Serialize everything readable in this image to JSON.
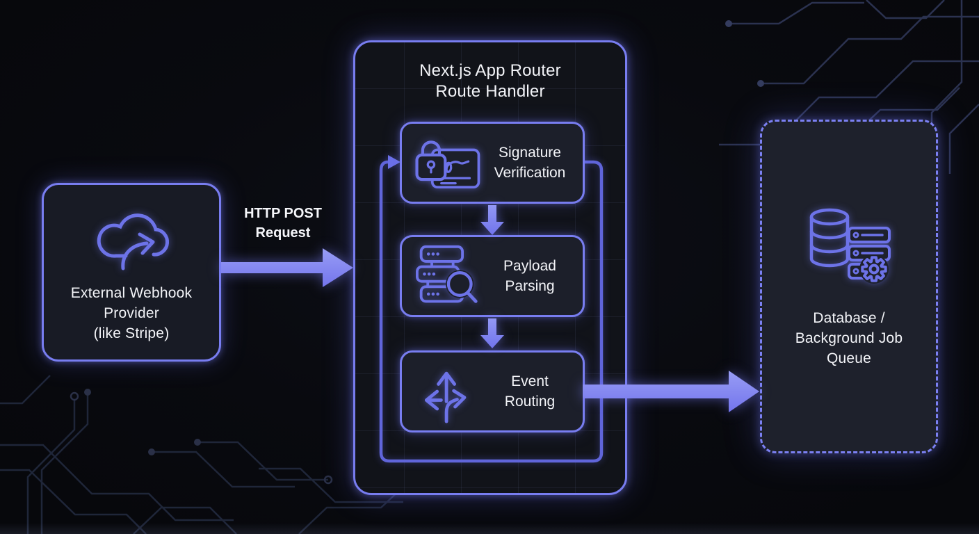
{
  "diagram": {
    "colors": {
      "background": "#090a0f",
      "accent_border": "#787df0",
      "flow_line": "#6065da",
      "icon_stroke": "#6d73e8",
      "text": "#f3f4f8"
    },
    "provider": {
      "lines": [
        "External Webhook",
        "Provider",
        "(like Stripe)"
      ],
      "icon": "cloud-share-icon"
    },
    "http_arrow": {
      "label_lines": [
        "HTTP POST",
        "Request"
      ]
    },
    "router": {
      "title_lines": [
        "Next.js App Router",
        "Route Handler"
      ],
      "steps": [
        {
          "lines": [
            "Signature",
            "Verification"
          ],
          "icon": "lock-signature-icon"
        },
        {
          "lines": [
            "Payload",
            "Parsing"
          ],
          "icon": "server-search-icon"
        },
        {
          "lines": [
            "Event",
            "Routing"
          ],
          "icon": "branch-arrows-icon"
        }
      ]
    },
    "database": {
      "lines": [
        "Database /",
        "Background Job",
        "Queue"
      ],
      "icon": "database-gear-icon"
    }
  }
}
